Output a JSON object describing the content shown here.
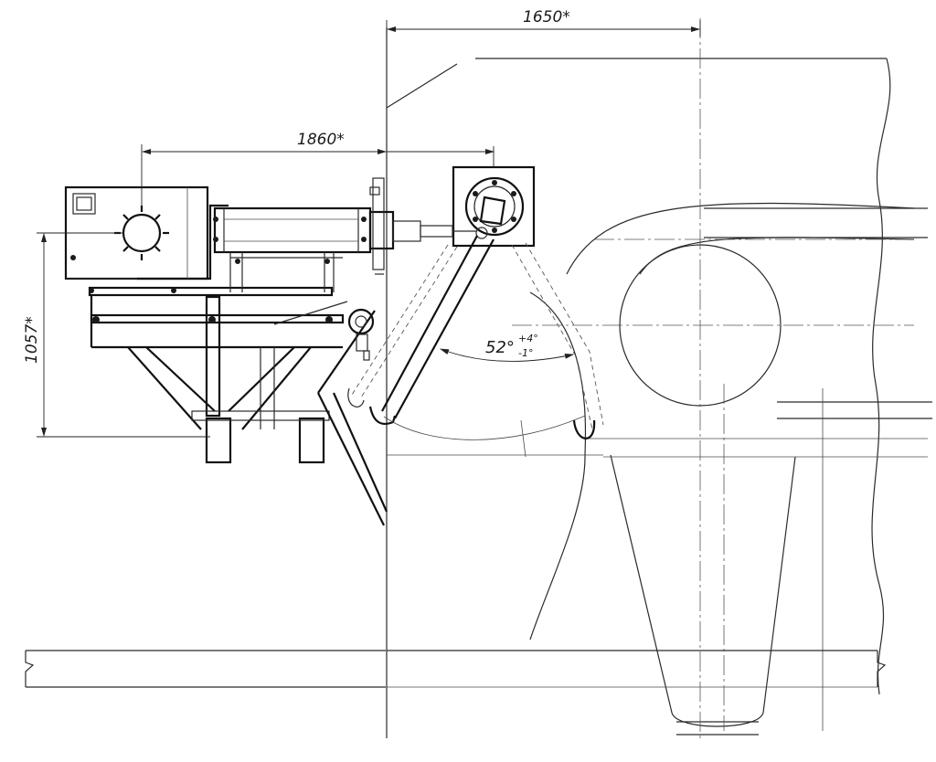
{
  "drawing": {
    "dimensions": {
      "d1650": "1650*",
      "d1860": "1860*",
      "d1057": "1057*"
    },
    "angle": {
      "value": "52°",
      "tol_upper": "+4°",
      "tol_lower": "-1°"
    }
  }
}
